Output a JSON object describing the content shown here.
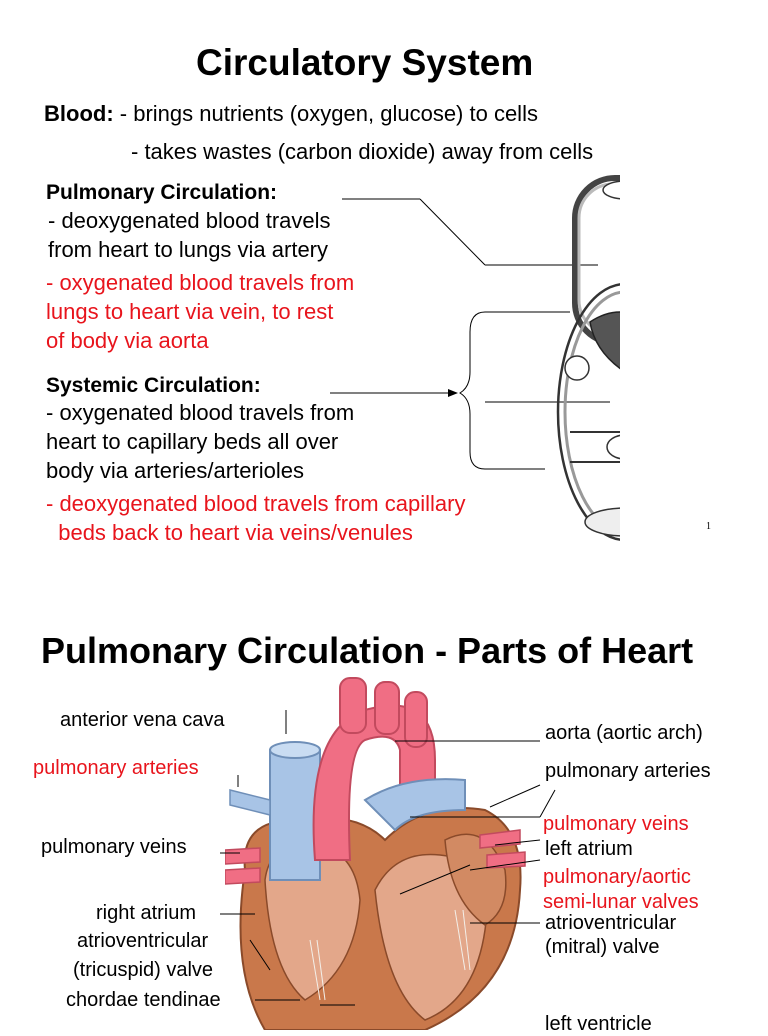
{
  "slide1": {
    "title": "Circulatory System",
    "blood_label": "Blood:",
    "blood_line1": " - brings nutrients (oxygen, glucose) to cells",
    "blood_line2": "- takes wastes (carbon dioxide) away from cells",
    "pulmonary_heading": "Pulmonary Circulation:",
    "pulmonary_black": [
      "- deoxygenated blood travels",
      "from heart to lungs via artery"
    ],
    "pulmonary_red": [
      "- oxygenated blood travels from",
      "lungs to heart via vein, to rest",
      "of body via aorta"
    ],
    "systemic_heading": "Systemic Circulation:",
    "systemic_black": [
      "- oxygenated blood travels from",
      "heart to capillary beds all over",
      "body via arteries/arterioles"
    ],
    "systemic_red": [
      "- deoxygenated blood travels from capillary",
      "  beds back to heart via veins/venules"
    ],
    "page_number": "1"
  },
  "slide2": {
    "title": "Pulmonary Circulation - Parts of Heart",
    "labels_left": {
      "anterior_vena_cava": "anterior vena cava",
      "pulmonary_arteries": "pulmonary arteries",
      "pulmonary_veins": "pulmonary veins",
      "right_atrium": "right atrium",
      "av_line1": "atrioventricular",
      "av_line2": "(tricuspid) valve",
      "chordae": "chordae tendinae"
    },
    "labels_right": {
      "aorta": "aorta (aortic arch)",
      "pulmonary_arteries": "pulmonary arteries",
      "pulmonary_veins": "pulmonary veins",
      "left_atrium": "left atrium",
      "semilunar_line1": "pulmonary/aortic",
      "semilunar_line2": "semi-lunar valves",
      "av_line1": "atrioventricular",
      "av_line2": "(mitral) valve",
      "left_ventricle_partial": "left ventricle"
    }
  },
  "colors": {
    "red_text": "#e8141c",
    "black_text": "#000000",
    "aorta": "#f06e84",
    "vein_blue": "#a8c4e6",
    "heart_muscle": "#d9956a",
    "heart_outer": "#c9784b"
  }
}
